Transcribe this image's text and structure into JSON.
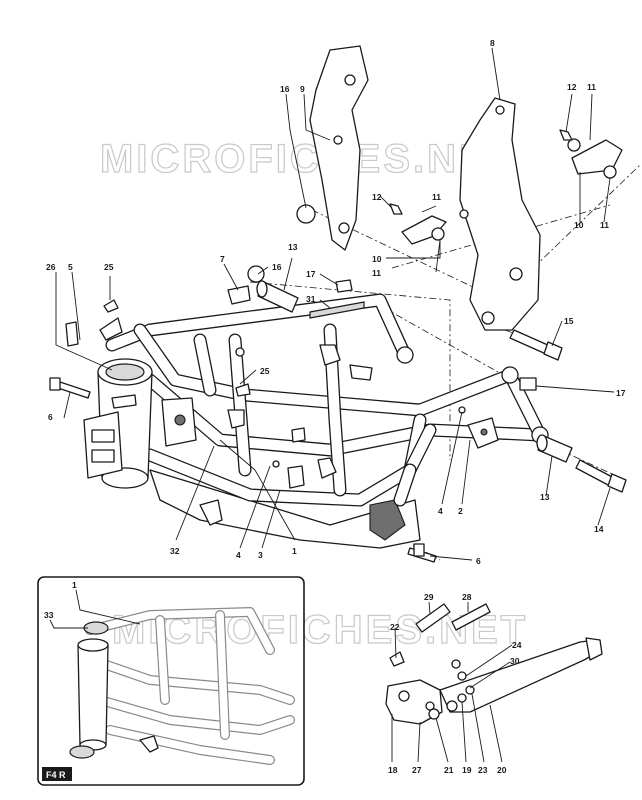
{
  "watermark": [
    "MICROFICHES.NET",
    "MICROFICHES.NET"
  ],
  "inset": {
    "tag": "F4 R"
  },
  "callouts": [
    "1",
    "2",
    "3",
    "4",
    "5",
    "6",
    "6",
    "7",
    "8",
    "9",
    "10",
    "10",
    "11",
    "11",
    "11",
    "11",
    "12",
    "12",
    "13",
    "13",
    "14",
    "15",
    "16",
    "16",
    "17",
    "17",
    "18",
    "19",
    "20",
    "21",
    "22",
    "23",
    "24",
    "25",
    "25",
    "26",
    "27",
    "28",
    "29",
    "30",
    "31",
    "32",
    "33",
    "1",
    "4"
  ],
  "colors": {
    "line": "#1a1a1a",
    "watermark": "#c9c9c9",
    "shade": "#d9d9d9"
  }
}
